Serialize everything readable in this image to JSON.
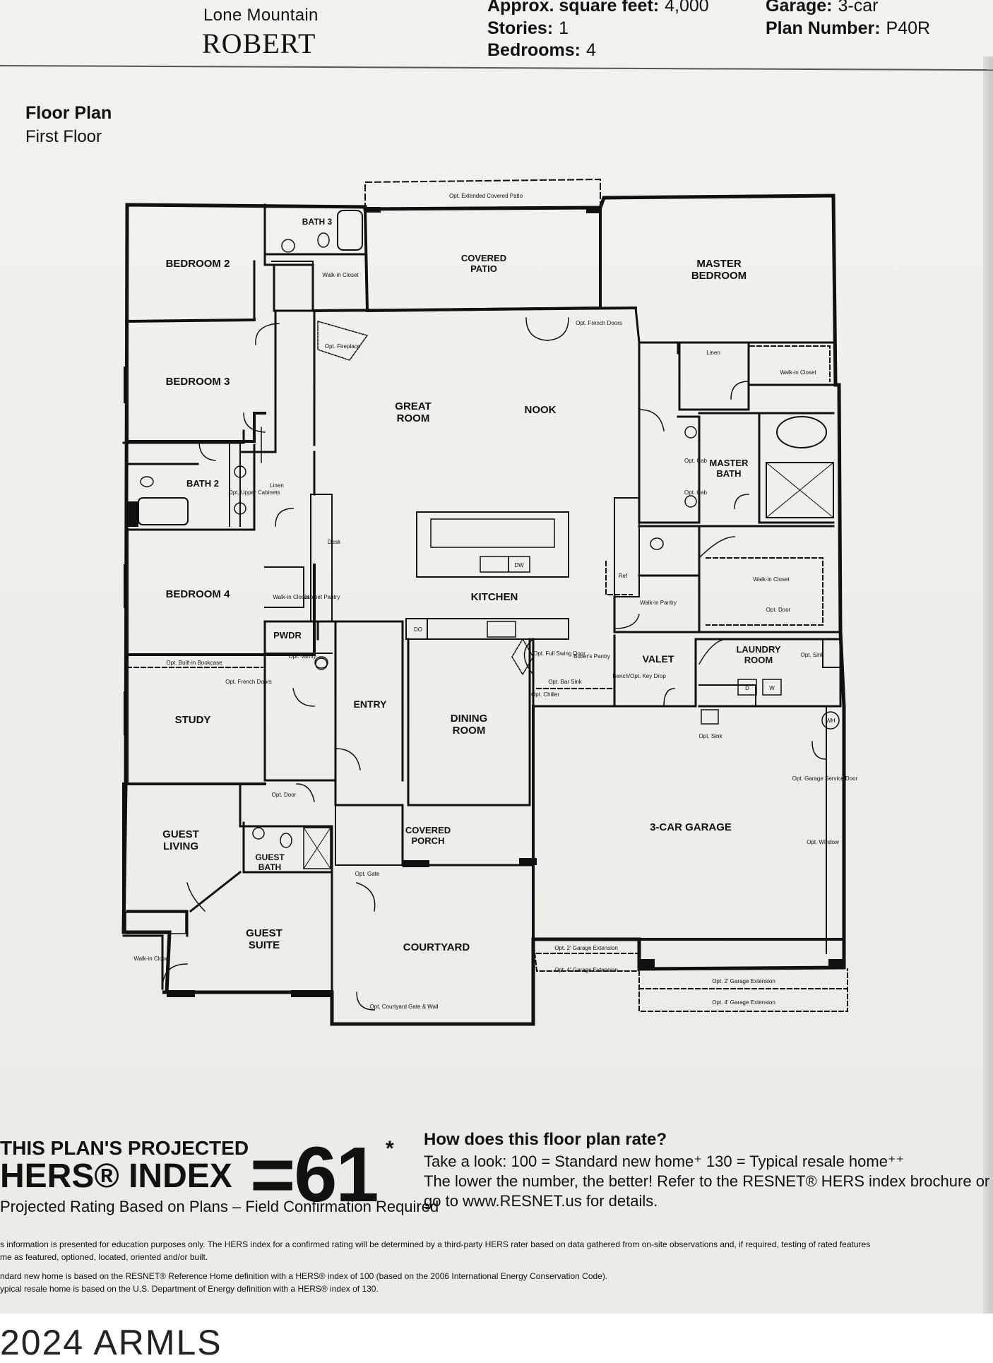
{
  "header": {
    "community": "Lone Mountain",
    "plan_name": "ROBERT",
    "specs": [
      {
        "label": "Approx. square feet:",
        "value": "4,000"
      },
      {
        "label": "Stories:",
        "value": "1"
      },
      {
        "label": "Bedrooms:",
        "value": "4"
      },
      {
        "label": "Garage:",
        "value": "3-car"
      },
      {
        "label": "Plan Number:",
        "value": "P40R"
      }
    ]
  },
  "floorplan": {
    "title": "Floor Plan",
    "subtitle": "First Floor",
    "rooms": [
      {
        "l1": "BEDROOM 2",
        "l2": ""
      },
      {
        "l1": "BATH 3",
        "l2": ""
      },
      {
        "l1": "COVERED",
        "l2": "PATIO"
      },
      {
        "l1": "MASTER",
        "l2": "BEDROOM"
      },
      {
        "l1": "BEDROOM 3",
        "l2": ""
      },
      {
        "l1": "GREAT",
        "l2": "ROOM"
      },
      {
        "l1": "NOOK",
        "l2": ""
      },
      {
        "l1": "MASTER",
        "l2": "BATH"
      },
      {
        "l1": "BATH 2",
        "l2": ""
      },
      {
        "l1": "BEDROOM 4",
        "l2": ""
      },
      {
        "l1": "KITCHEN",
        "l2": ""
      },
      {
        "l1": "PWDR",
        "l2": ""
      },
      {
        "l1": "VALET",
        "l2": ""
      },
      {
        "l1": "LAUNDRY",
        "l2": "ROOM"
      },
      {
        "l1": "STUDY",
        "l2": ""
      },
      {
        "l1": "ENTRY",
        "l2": ""
      },
      {
        "l1": "DINING",
        "l2": "ROOM"
      },
      {
        "l1": "3-CAR GARAGE",
        "l2": ""
      },
      {
        "l1": "GUEST",
        "l2": "LIVING"
      },
      {
        "l1": "COVERED",
        "l2": "PORCH"
      },
      {
        "l1": "GUEST",
        "l2": "BATH"
      },
      {
        "l1": "GUEST",
        "l2": "SUITE"
      },
      {
        "l1": "COURTYARD",
        "l2": ""
      }
    ],
    "small_labels": [
      "Opt. Extended Covered Patio",
      "Walk-in Closet",
      "Opt. French Doors",
      "Opt. Fireplace",
      "Linen",
      "Walk-in Closet",
      "Opt. Cab",
      "Opt. Cab",
      "Opt. Upper Cabinets",
      "Linen",
      "Desk",
      "Cabinet Pantry",
      "DW",
      "Ref",
      "Walk-in Closet",
      "Walk-in Closet",
      "Walk-in Pantry",
      "Opt. Door",
      "DO",
      "Opt. Vanity",
      "Opt. Full Swing Door",
      "Butler's Pantry",
      "Opt. Bar Sink",
      "Opt. Chiller",
      "Bench/Opt. Key Drop",
      "Opt. Sink",
      "D",
      "W",
      "Opt. Built-in Bookcase",
      "Opt. French Doors",
      "Opt. Sink",
      "WH",
      "Opt. Garage Service Door",
      "Opt. Door",
      "Opt. Window",
      "Opt. Gate",
      "Opt. 2' Garage Extension",
      "Opt. 4' Garage Extension",
      "Walk-in Closet",
      "Opt. 2' Garage Extension",
      "Opt. 4' Garage Extension",
      "Opt. Courtyard Gate & Wall"
    ]
  },
  "hers": {
    "line1": "THIS PLAN'S PROJECTED",
    "line2": "HERS® INDEX",
    "equals": "=61",
    "star": "*",
    "line3": "Projected Rating Based on Plans – Field Confirmation Required"
  },
  "rating": {
    "question": "How does this floor plan rate?",
    "line1": "Take a look: 100 = Standard new home⁺ 130 = Typical resale home⁺⁺",
    "line2": "The lower the number, the better! Refer to the RESNET® HERS index brochure or",
    "line3": "go to www.RESNET.us for details."
  },
  "footnotes": [
    "s information is presented for education purposes only. The HERS index for a confirmed rating will be determined by a third-party HERS rater based on data gathered from on-site observations and, if required, testing of rated features",
    "me as featured, optioned, located, oriented and/or built.",
    "ndard new home is based on the RESNET® Reference Home definition with a HERS® index of 100 (based on the 2006 International Energy Conservation Code).",
    "ypical resale home is based on the U.S. Department of Energy definition with a HERS® index of 130."
  ],
  "watermark": "2024 ARMLS"
}
